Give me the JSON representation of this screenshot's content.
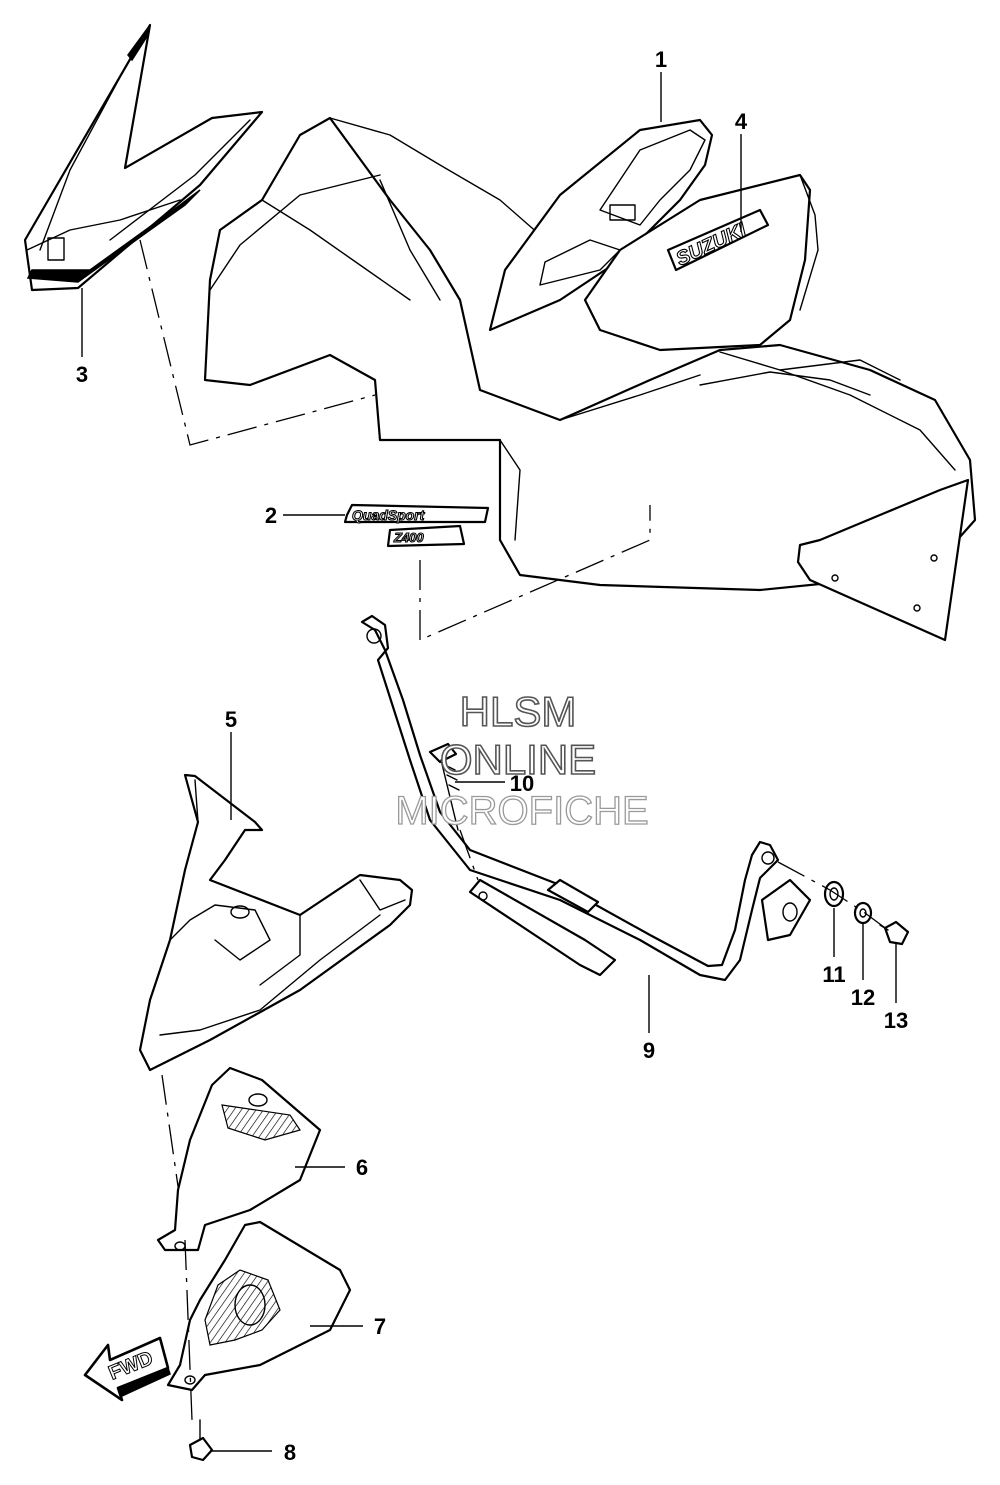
{
  "callouts": [
    {
      "id": "1",
      "label": "1"
    },
    {
      "id": "2",
      "label": "2"
    },
    {
      "id": "3",
      "label": "3"
    },
    {
      "id": "4",
      "label": "4"
    },
    {
      "id": "5",
      "label": "5"
    },
    {
      "id": "6",
      "label": "6"
    },
    {
      "id": "7",
      "label": "7"
    },
    {
      "id": "8",
      "label": "8"
    },
    {
      "id": "9",
      "label": "9"
    },
    {
      "id": "10",
      "label": "10"
    },
    {
      "id": "11",
      "label": "11"
    },
    {
      "id": "12",
      "label": "12"
    },
    {
      "id": "13",
      "label": "13"
    }
  ],
  "watermark": {
    "line1": "HLSM",
    "line2": "ONLINE",
    "line3": "MICROFICHE"
  },
  "decals": {
    "brand": "SUZUKI",
    "model_line1": "QuadSport",
    "model_line2": "Z400"
  },
  "direction_arrow": "FWD",
  "colors": {
    "line": "#000000",
    "background": "#ffffff",
    "watermark_dark": "#555555",
    "watermark_light": "#9a9a9a"
  }
}
